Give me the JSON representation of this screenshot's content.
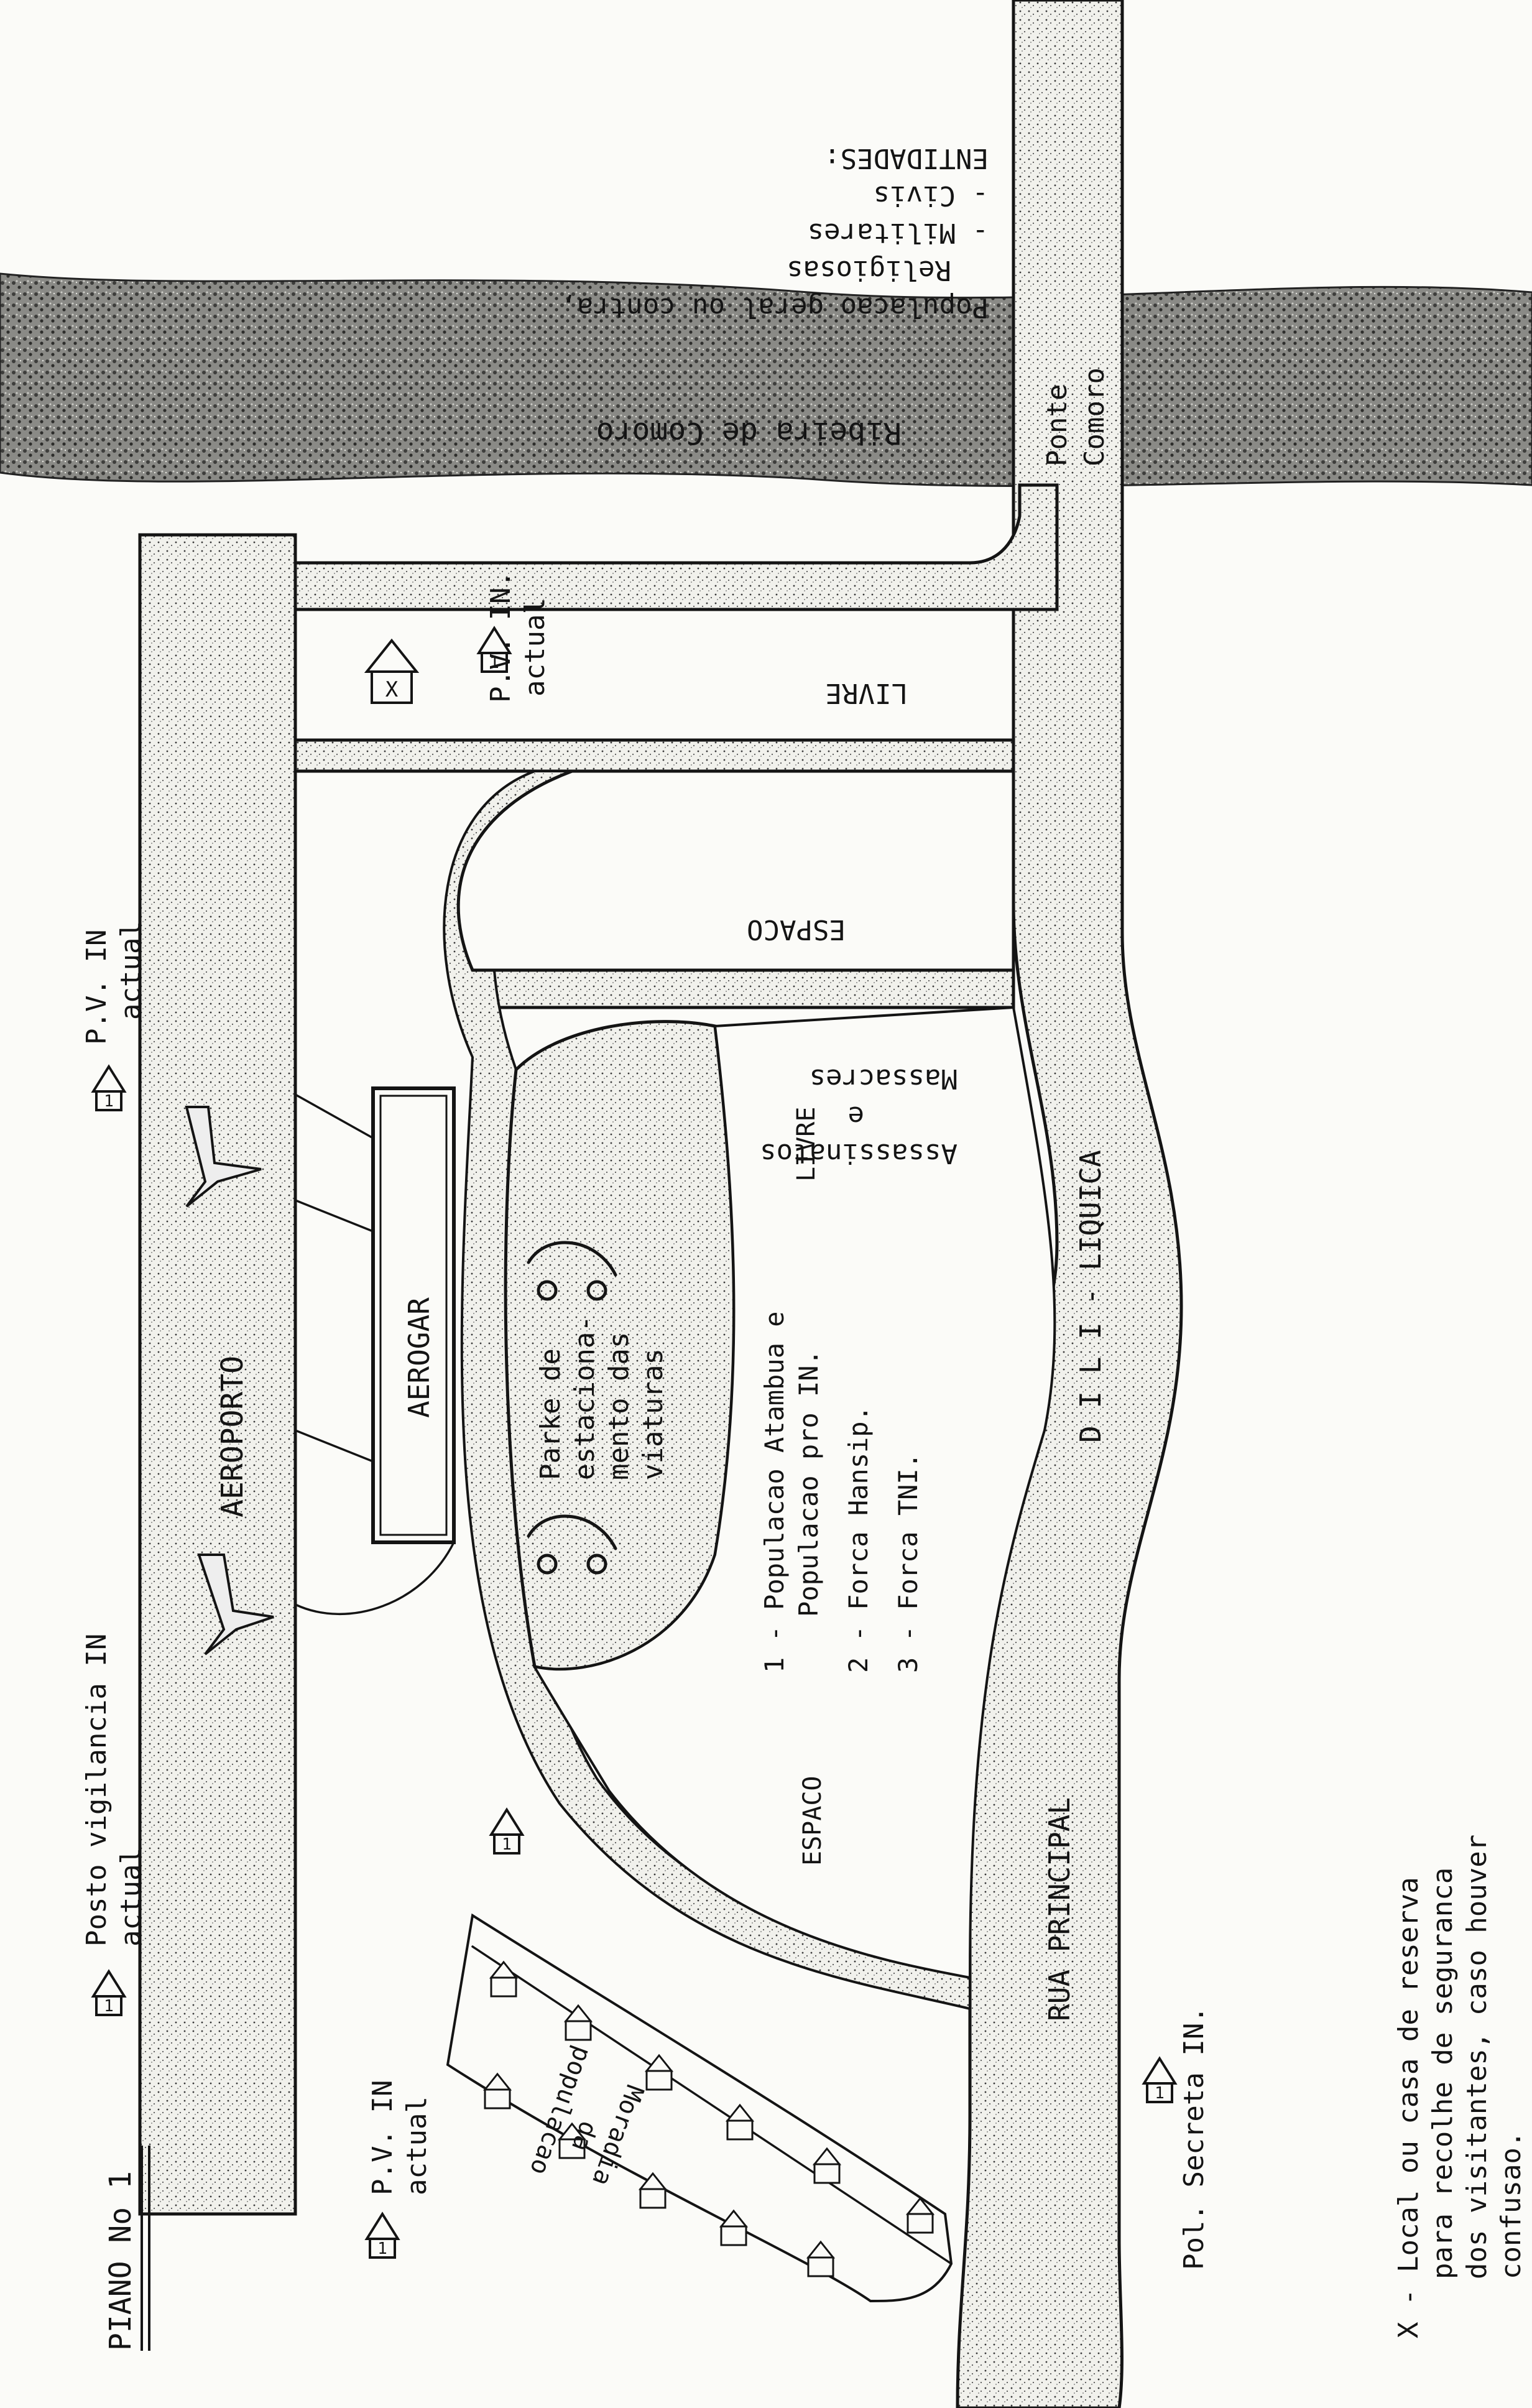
{
  "plan_title": "PIANO No 1",
  "labels": {
    "river": "Ribeira de Comoro",
    "bridge_line1": "Ponte",
    "bridge_line2": "Comoro",
    "airport": "AEROPORTO",
    "terminal": "AEROGAR",
    "livre_top": "LIVRE",
    "espaco": "ESPACO",
    "livre_mid": "LIVRE",
    "massacres_l1": "Massacres",
    "massacres_l2": "e",
    "massacres_l3": "Assassinatos",
    "parking_l1": "Parke de",
    "parking_l2": "estaciona-",
    "parking_l3": "mento das",
    "parking_l4": "viaturas",
    "espaco_bottom": "ESPACO",
    "street_principal": "RUA    PRINCIPAL",
    "street_dili_liquica": "D I L I  -  LIQUICA",
    "moradia_l1": "Moradia",
    "moradia_l2": "da",
    "moradia_l3": "populacao"
  },
  "entities": {
    "title": "ENTIDADES:",
    "items": [
      "- Civis",
      "- Militares",
      "Religiosas",
      "Populacao geral ou contra,"
    ]
  },
  "posts": {
    "pv_top_l1": "P.V. IN",
    "pv_top_l2": "actual",
    "pv_mid_l1": "P.V. IN.",
    "pv_mid_l2": "actual",
    "posto_l1": "Posto vigilancia IN",
    "posto_l2": "actual",
    "pv_left_l1": "P.V. IN",
    "pv_left_l2": "actual",
    "pol_secreta": "Pol. Secreta IN."
  },
  "legend": [
    {
      "line1": "1 - Populacao Atambua e",
      "line2": "Populacao pro IN."
    },
    {
      "line1": "2 - Forca Hansip.",
      "line2": ""
    },
    {
      "line1": "3 - Forca TNI.",
      "line2": ""
    }
  ],
  "footnote": [
    "X - Local ou casa de reserva",
    "para recolhe de seguranca",
    "dos visitantes, caso houver",
    "confusao."
  ],
  "house_markers": {
    "pv_top": "1",
    "pv_mid": "1",
    "posto": "1",
    "pv_left": "1",
    "pol_secreta": "1"
  }
}
